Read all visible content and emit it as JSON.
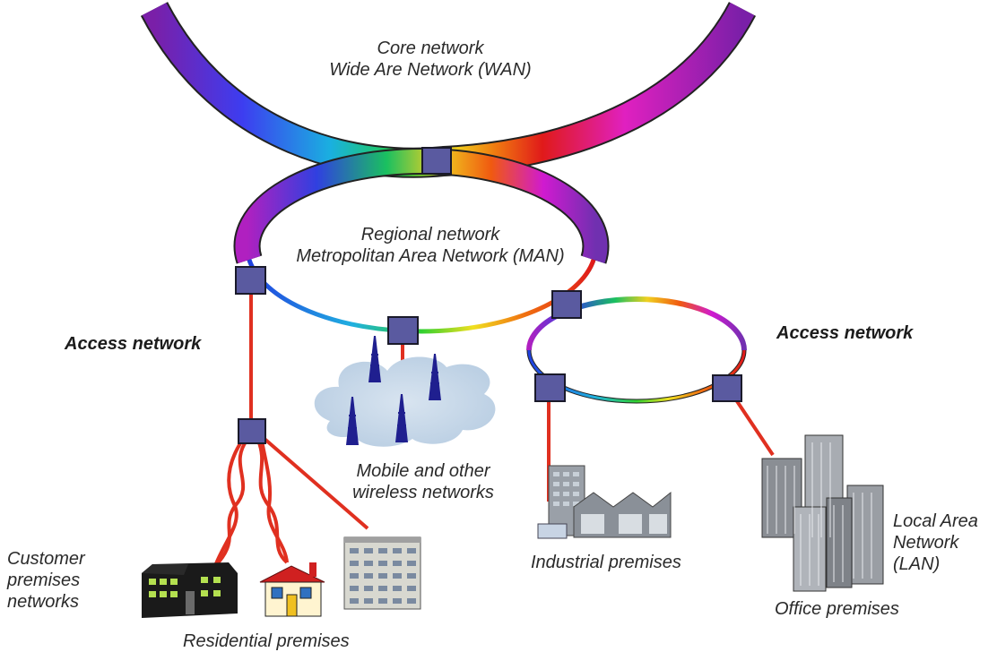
{
  "core": {
    "line1": "Core network",
    "line2": "Wide Are Network (WAN)"
  },
  "regional": {
    "line1": "Regional network",
    "line2": "Metropolitan Area Network (MAN)"
  },
  "access_left": "Access network",
  "access_right": "Access network",
  "mobile": {
    "line1": "Mobile and other",
    "line2": "wireless networks"
  },
  "customer": {
    "line1": "Customer",
    "line2": "premises",
    "line3": "networks"
  },
  "residential": "Residential premises",
  "industrial": "Industrial premises",
  "lan": {
    "line1": "Local Area",
    "line2": "Network",
    "line3": "(LAN)"
  },
  "office": "Office premises",
  "colors": {
    "node": "#5a5aa0",
    "link": "#e03020",
    "tower": "#1f1f8f",
    "cloud": "#c8d8ea"
  }
}
